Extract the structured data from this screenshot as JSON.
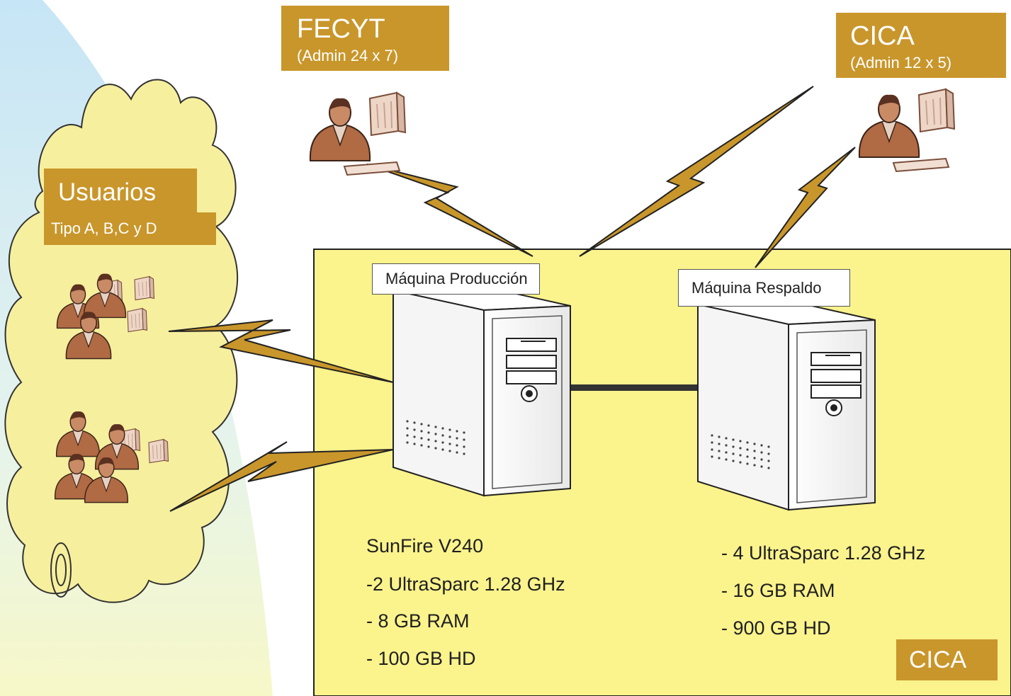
{
  "colors": {
    "gold": "#c9962b",
    "cica_area": "#fbf38c",
    "cloud": "#f6ef9e",
    "blue_bg": "#cfe9f7"
  },
  "icons": [
    "user-computer-icon",
    "user-group-icon",
    "server-tower-icon",
    "lightning-link-icon",
    "cloud-shape"
  ],
  "fecyt": {
    "title": "FECYT",
    "subtitle": "(Admin 24 x 7)"
  },
  "cica_admin": {
    "title": "CICA",
    "subtitle": "(Admin 12 x 5)"
  },
  "users": {
    "title": "Usuarios",
    "subtitle": "Tipo A, B,C y D"
  },
  "production": {
    "label": "Máquina Producción",
    "specs": [
      "SunFire V240",
      "-2 UltraSparc 1.28 GHz",
      "- 8 GB RAM",
      "- 100 GB HD"
    ]
  },
  "backup": {
    "label": "Máquina Respaldo",
    "specs": [
      "- 4 UltraSparc 1.28 GHz",
      "- 16 GB RAM",
      "- 900 GB HD"
    ]
  },
  "cica_area_label": "CICA"
}
